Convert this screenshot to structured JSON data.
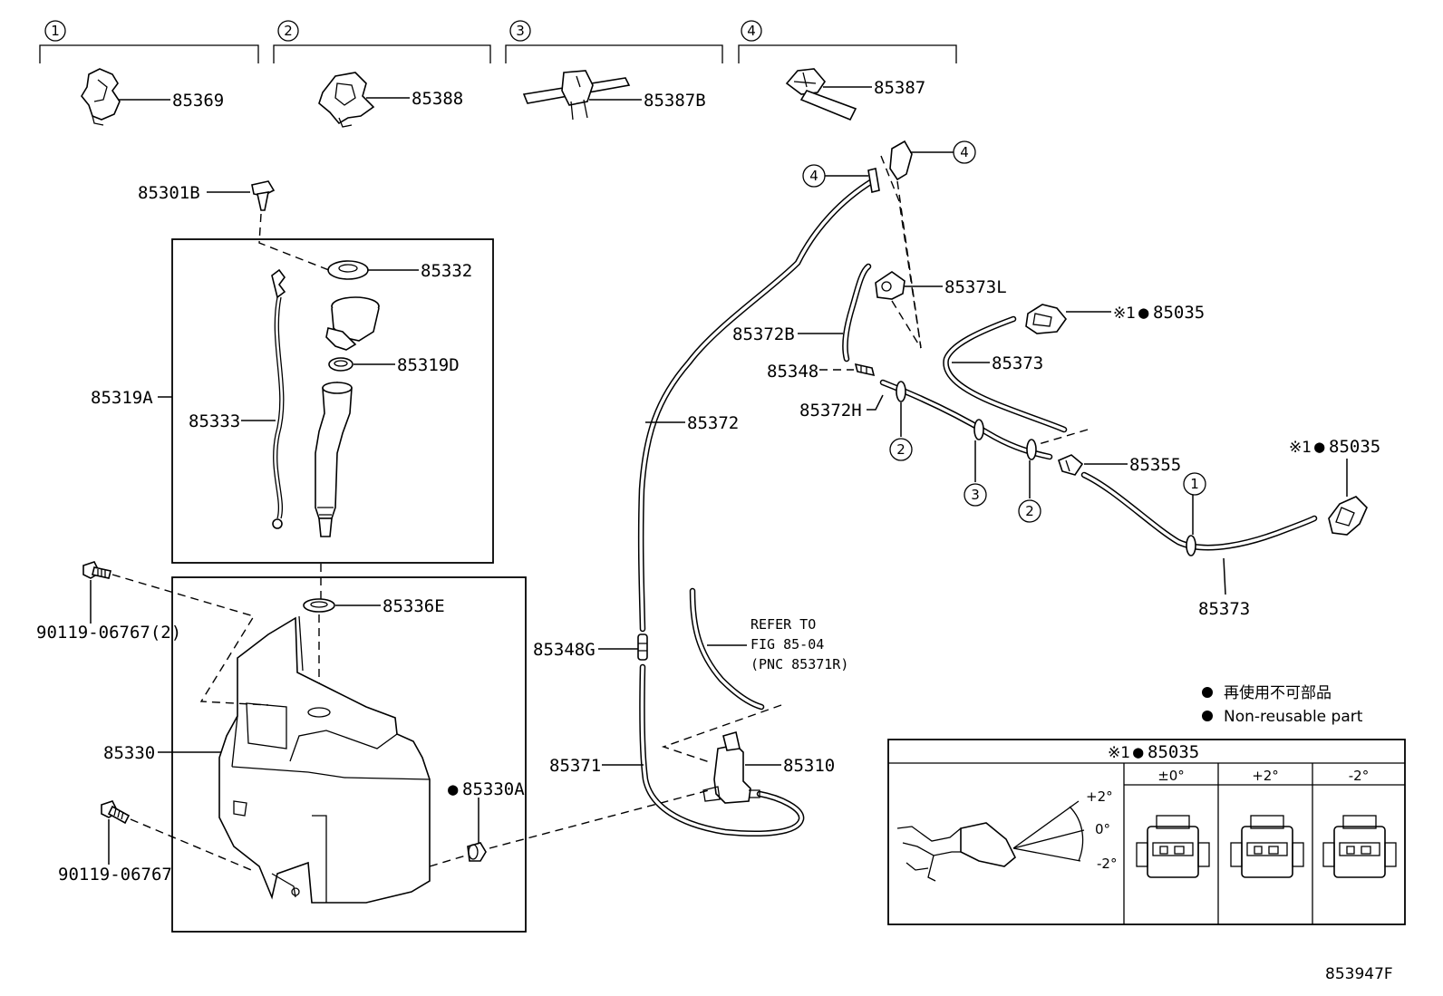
{
  "group_labels": [
    "1",
    "2",
    "3",
    "4"
  ],
  "parts": {
    "p85369": "85369",
    "p85388": "85388",
    "p85387B": "85387B",
    "p85387": "85387",
    "p85301B": "85301B",
    "p85332": "85332",
    "p85319D": "85319D",
    "p85319A": "85319A",
    "p85333": "85333",
    "p85336E": "85336E",
    "p90119_2": "90119-06767(2)",
    "p90119": "90119-06767",
    "p85330": "85330",
    "p85330A": "85330A",
    "p85348G": "85348G",
    "p85371": "85371",
    "p85310": "85310",
    "p85372": "85372",
    "p85372B": "85372B",
    "p85348": "85348",
    "p85372H": "85372H",
    "p85373L": "85373L",
    "p85373_top": "85373",
    "p85373_bottom": "85373",
    "p85355": "85355",
    "p85035_top": "85035",
    "p85035_right": "85035",
    "p85035_inset": "85035"
  },
  "markers": {
    "ref_mark": "※1",
    "non_reusable_dot": "●"
  },
  "refer_note": {
    "line1": "REFER TO",
    "line2": "FIG 85-04",
    "line3": "(PNC 85371R)"
  },
  "legend": {
    "japanese": "再使用不可部品",
    "english": "Non-reusable part"
  },
  "inset": {
    "title_mark": "※1",
    "title_part": "85035",
    "columns": [
      "±0°",
      "+2°",
      "-2°"
    ],
    "angle_labels": [
      "+2°",
      "0°",
      "-2°"
    ]
  },
  "figure_id": "853947F"
}
